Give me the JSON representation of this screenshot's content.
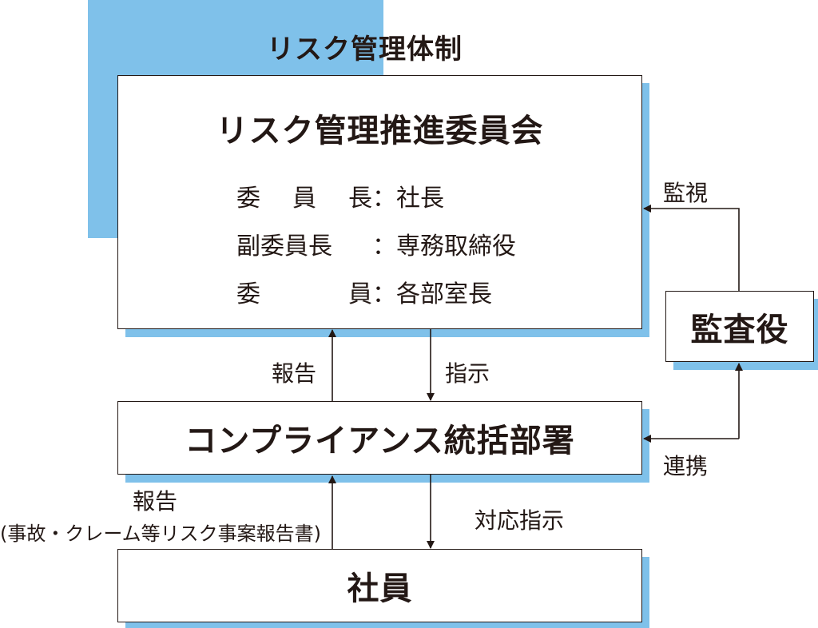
{
  "title": "リスク管理体制",
  "committee": {
    "name": "リスク管理推進委員会",
    "members": [
      {
        "role": "委員長",
        "sep": "：",
        "person": "社長"
      },
      {
        "role": "副委員長",
        "sep": "：",
        "person": "専務取締役"
      },
      {
        "role": "委員",
        "sep": "：",
        "person": "各部室長"
      }
    ]
  },
  "auditor": {
    "label": "監査役"
  },
  "compliance": {
    "label": "コンプライアンス統括部署"
  },
  "employees": {
    "label": "社員"
  },
  "edges": {
    "monitor": "監視",
    "report_up": "報告",
    "instruct_down": "指示",
    "cooperate": "連携",
    "report_employee": "報告",
    "report_employee_detail": "(事故・クレーム等リスク事案報告書)",
    "response_instruct": "対応指示"
  },
  "colors": {
    "accent": "#7fc1ea",
    "line": "#231815"
  }
}
